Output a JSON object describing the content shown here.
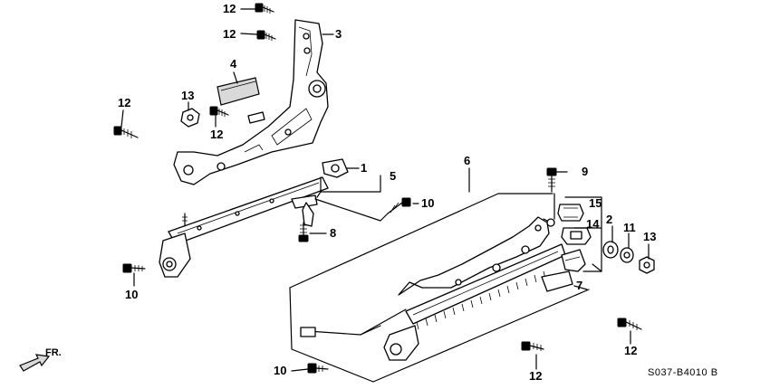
{
  "diagram": {
    "callouts": {
      "c1": "1",
      "c2": "2",
      "c3": "3",
      "c4": "4",
      "c5": "5",
      "c6": "6",
      "c7": "7",
      "c8": "8",
      "c9": "9",
      "c10a": "10",
      "c10b": "10",
      "c10c": "10",
      "c11": "11",
      "c12a": "12",
      "c12b": "12",
      "c12c": "12",
      "c12d": "12",
      "c12e": "12",
      "c12f": "12",
      "c13a": "13",
      "c13b": "13",
      "c14": "14",
      "c15": "15"
    },
    "front_indicator": "FR.",
    "diagram_code": "S037-B4010",
    "diagram_code_suffix": "B"
  }
}
